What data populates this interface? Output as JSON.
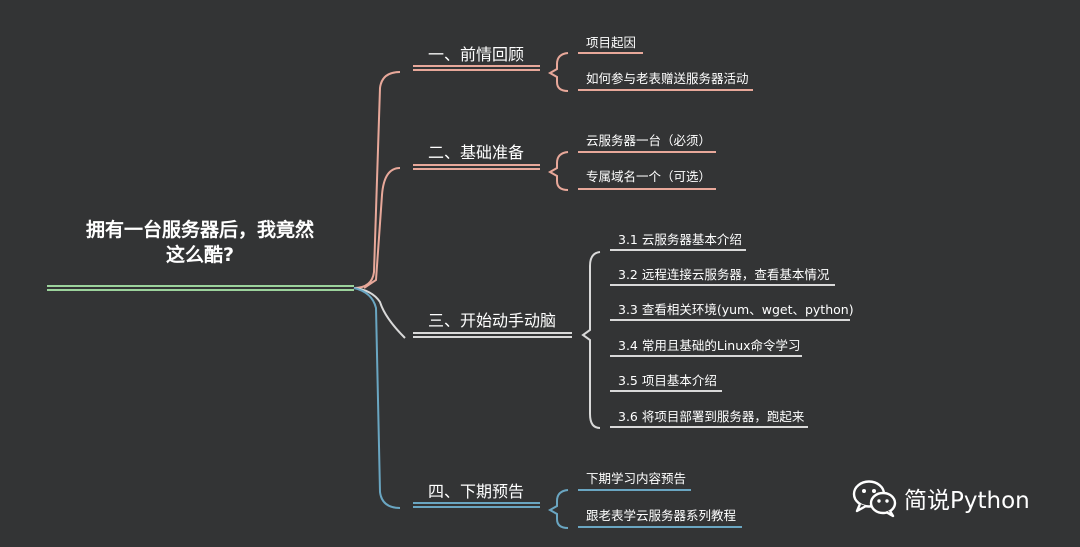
{
  "root": {
    "title_line1": "拥有一台服务器后，我竟然",
    "title_line2": "这么酷?"
  },
  "branches": [
    {
      "label": "一、前情回顾",
      "color": "#e8a89a",
      "items": [
        "项目起因",
        "如何参与老表赠送服务器活动"
      ]
    },
    {
      "label": "二、基础准备",
      "color": "#e8a89a",
      "items": [
        "云服务器一台（必须）",
        "专属域名一个（可选）"
      ]
    },
    {
      "label": "三、开始动手动脑",
      "color": "#d9d9d9",
      "items": [
        "3.1 云服务器基本介绍",
        "3.2 远程连接云服务器，查看基本情况",
        "3.3 查看相关环境(yum、wget、python)",
        "3.4 常用且基础的Linux命令学习",
        "3.5 项目基本介绍",
        "3.6 将项目部署到服务器，跑起来"
      ]
    },
    {
      "label": "四、下期预告",
      "color": "#6aa6c2",
      "items": [
        "下期学习内容预告",
        "跟老表学云服务器系列教程"
      ]
    }
  ],
  "watermark": {
    "text": "简说Python",
    "icon": "wechat-icon"
  },
  "colors": {
    "background": "#333435",
    "root_underline": "#9cd39c",
    "upper_connector": "#e8a89a",
    "lower_connector": "#6aa6c2",
    "neutral_connector": "#d9d9d9"
  }
}
